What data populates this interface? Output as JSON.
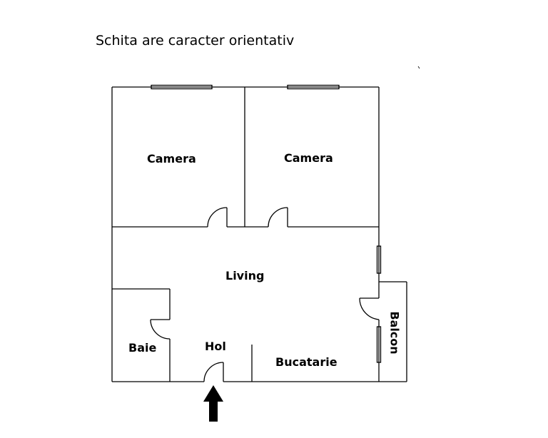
{
  "title": "Schita are caracter orientativ",
  "rooms": {
    "camera_left": "Camera",
    "camera_right": "Camera",
    "living": "Living",
    "baie": "Baie",
    "hol": "Hol",
    "bucatarie": "Bucatarie",
    "balcon": "Balcon"
  },
  "colors": {
    "wall": "#000000",
    "background": "#ffffff"
  }
}
